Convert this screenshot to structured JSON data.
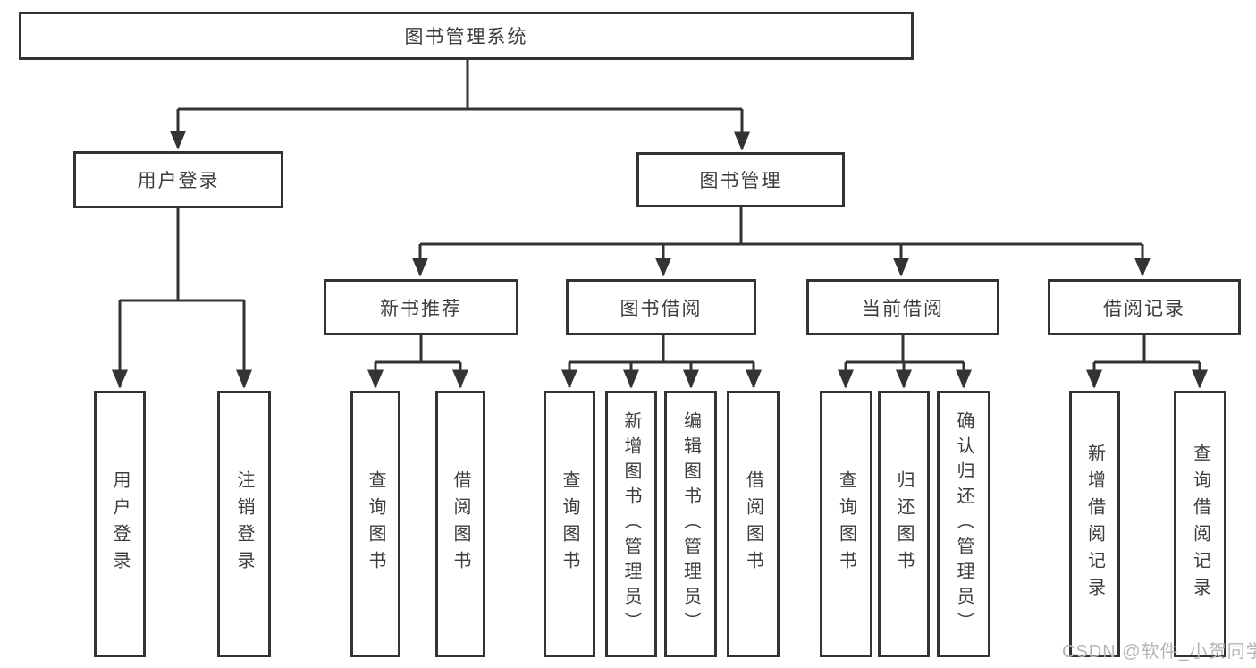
{
  "diagram": {
    "type": "tree",
    "root": {
      "label": "图书管理系统",
      "children": [
        {
          "label": "用户登录",
          "children": [
            {
              "label": "用户登录"
            },
            {
              "label": "注销登录"
            }
          ]
        },
        {
          "label": "图书管理",
          "children": [
            {
              "label": "新书推荐",
              "children": [
                {
                  "label": "查询图书"
                },
                {
                  "label": "借阅图书"
                }
              ]
            },
            {
              "label": "图书借阅",
              "children": [
                {
                  "label": "查询图书"
                },
                {
                  "label": "新增图书（管理员）"
                },
                {
                  "label": "编辑图书（管理员）"
                },
                {
                  "label": "借阅图书"
                }
              ]
            },
            {
              "label": "当前借阅",
              "children": [
                {
                  "label": "查询图书"
                },
                {
                  "label": "归还图书"
                },
                {
                  "label": "确认归还（管理员）"
                }
              ]
            },
            {
              "label": "借阅记录",
              "children": [
                {
                  "label": "新增借阅记录"
                },
                {
                  "label": "查询借阅记录"
                }
              ]
            }
          ]
        }
      ]
    },
    "watermark": {
      "text": "CSDN @软件_小贺同学"
    },
    "colors": {
      "line": "#333333",
      "box_border": "#333333",
      "text": "#3d3d3d",
      "watermark": "#b4b4b4",
      "background": "#ffffff"
    }
  }
}
